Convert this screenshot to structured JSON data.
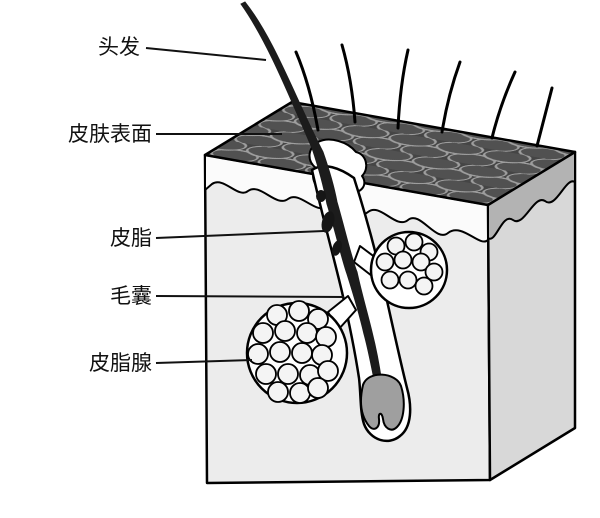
{
  "labels": {
    "hair": "头发",
    "skin_surface": "皮肤表面",
    "sebum": "皮脂",
    "hair_follicle": "毛囊",
    "sebaceous_gland": "皮脂腺"
  },
  "colors": {
    "background": "#ffffff",
    "skin_top_surface": "#4a4a4a",
    "scale_outline": "#9e9e9e",
    "front_face": "#ececec",
    "epidermis_band": "#fbfbfb",
    "right_face": "#d8d8d8",
    "right_band": "#b3b3b3",
    "hair_shaft": "#1c1c1c",
    "follicle_bulb": "#9f9f9f",
    "line": "#000000"
  }
}
